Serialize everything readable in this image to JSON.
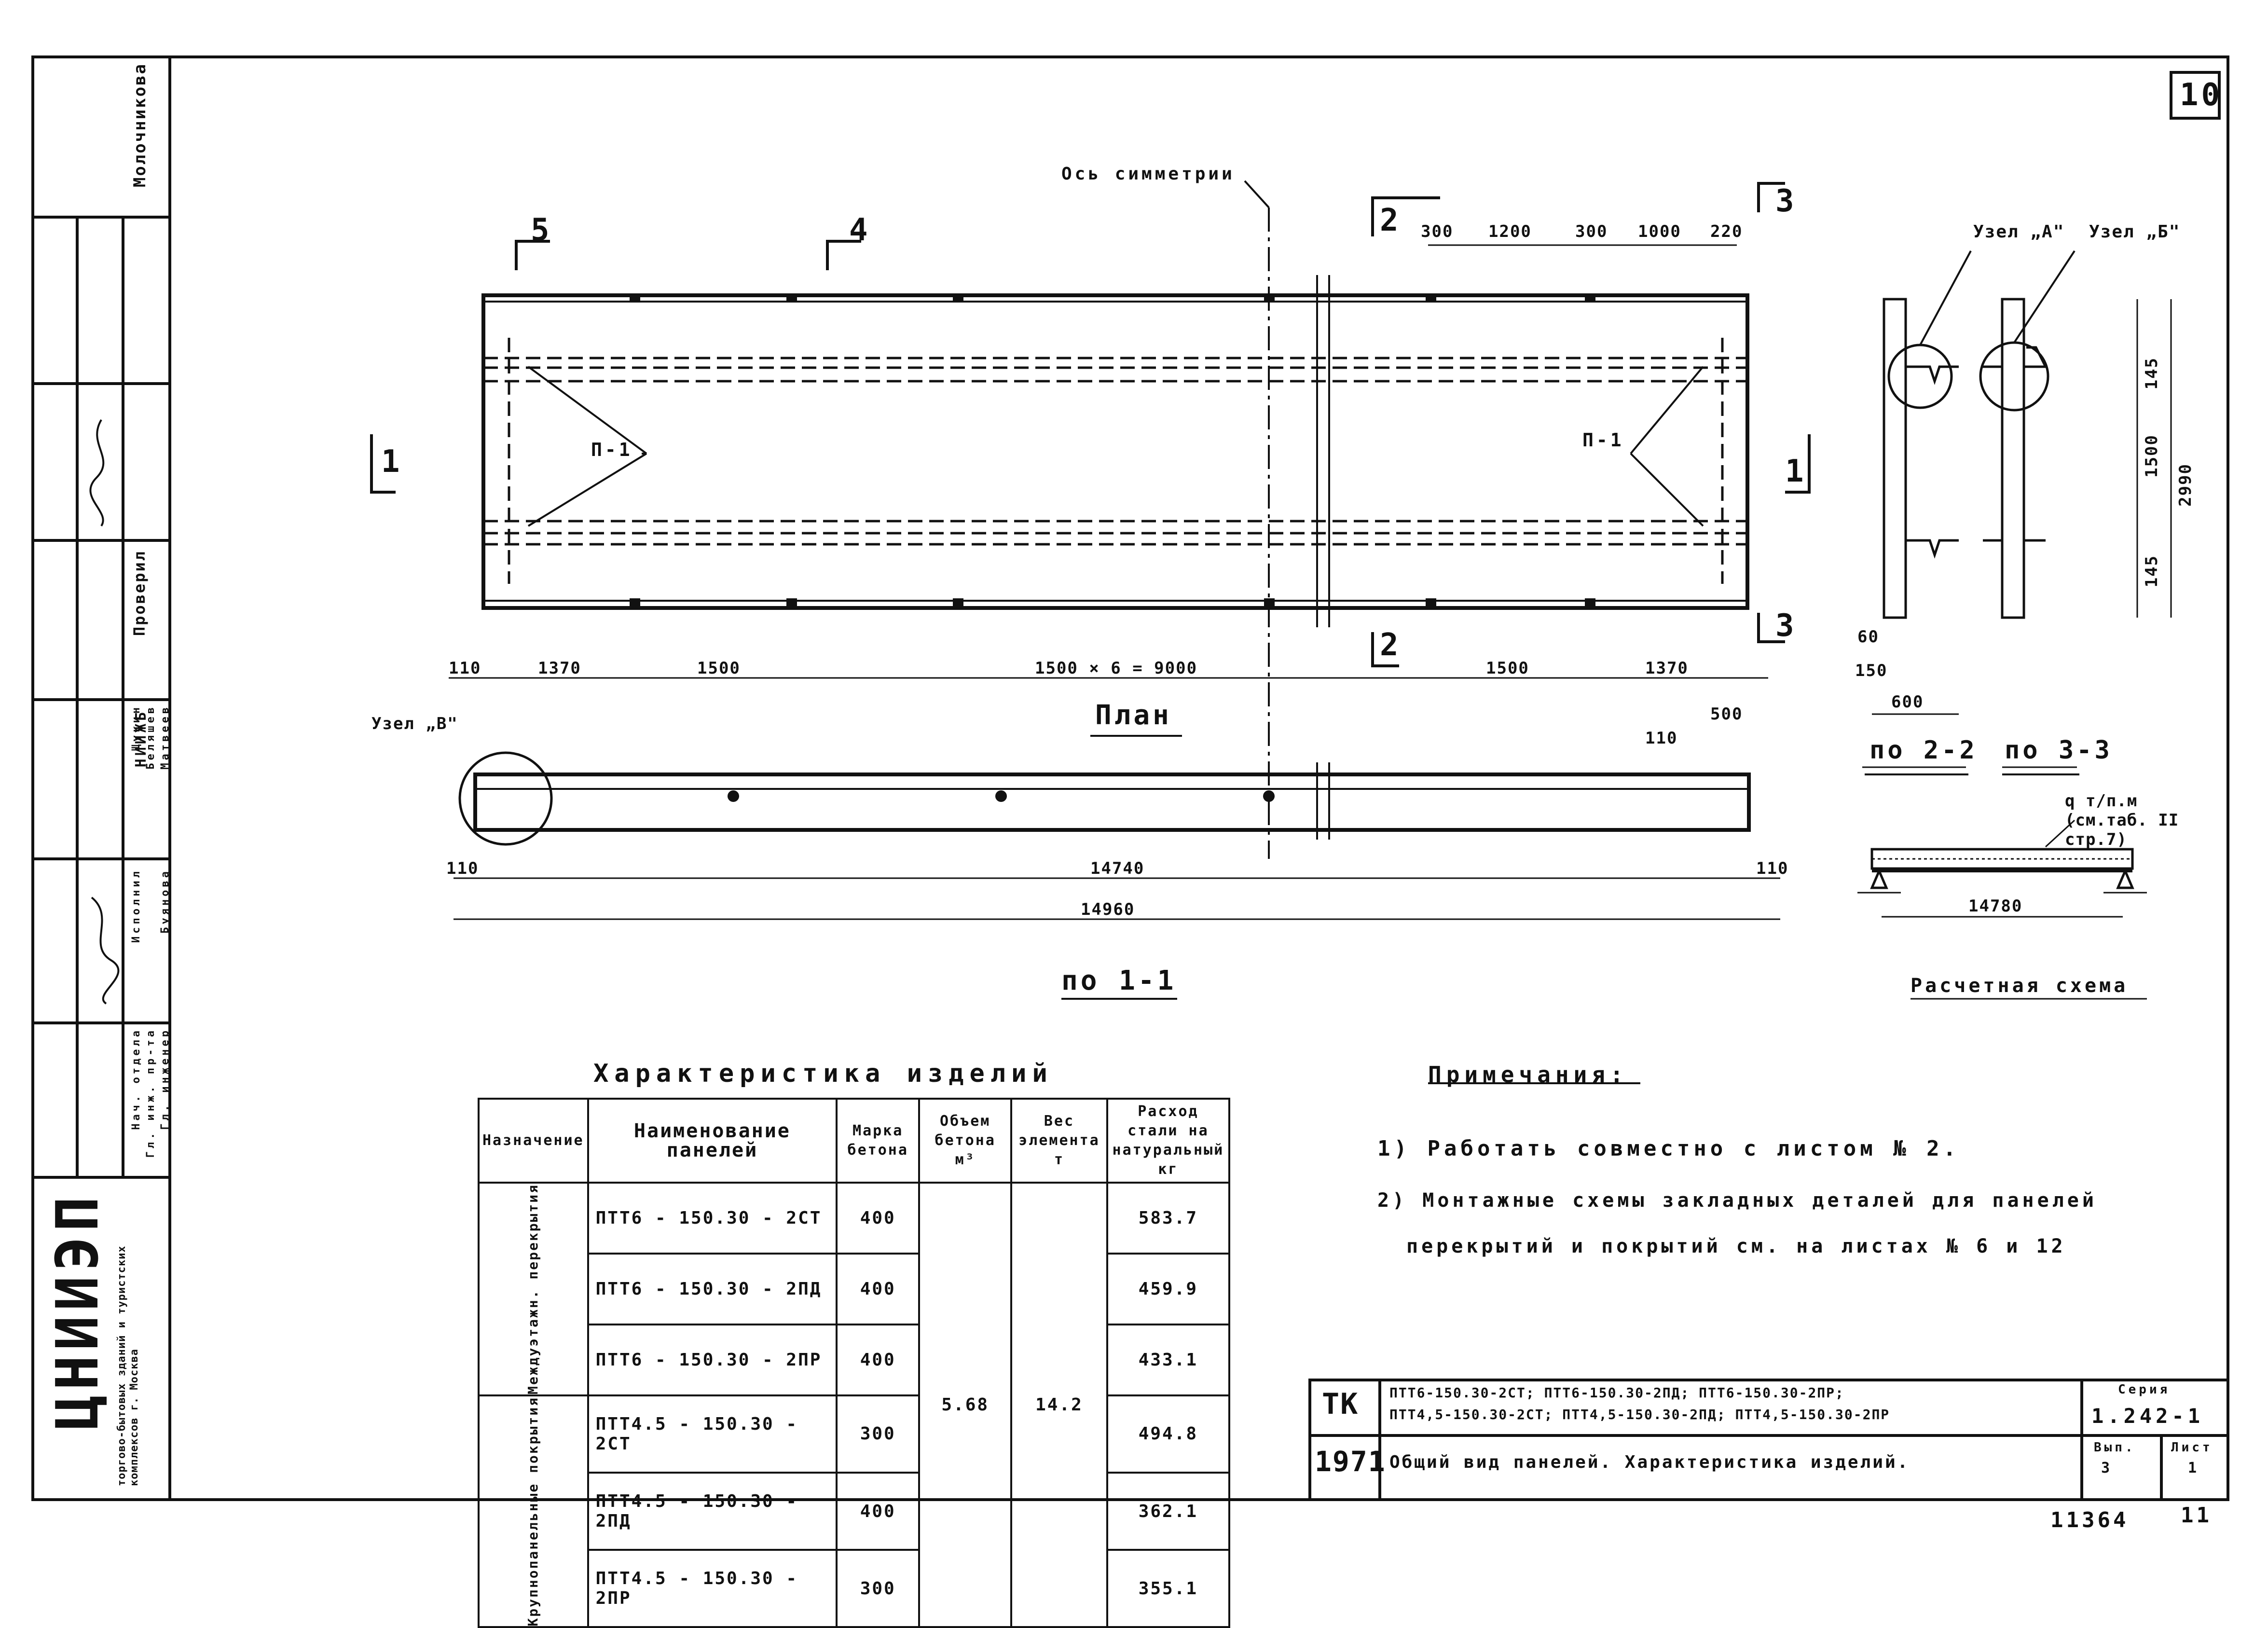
{
  "sheet_number": "10",
  "bottom_numbers": {
    "inventory": "11364",
    "page": "11"
  },
  "plan": {
    "symmetry_axis_label": "Ось симметрии",
    "section_marks": [
      "5",
      "4",
      "2",
      "3",
      "1"
    ],
    "top_dims": [
      "300",
      "1200",
      "300",
      "1000",
      "220"
    ],
    "bottom_dims": [
      "110",
      "1370",
      "1500",
      "1500 × 6 = 9000",
      "1500",
      "1370"
    ],
    "loop_label": "П-1",
    "title": "План"
  },
  "elevation": {
    "node_label": "Узел „В\"",
    "dims": [
      "110",
      "14740",
      "110"
    ],
    "overall": "14960",
    "top_dims": [
      "500",
      "110"
    ],
    "title": "по 1-1"
  },
  "sections": {
    "node_a": "Узел „А\"",
    "node_b": "Узел „Б\"",
    "dims_right": [
      "145",
      "1500",
      "145",
      "2990"
    ],
    "dims_bottom": [
      "60",
      "150",
      "600"
    ],
    "title_22": "по 2-2",
    "title_33": "по 3-3"
  },
  "calc_scheme": {
    "load": "q т/п.м (см.таб. II стр.7)",
    "span": "14780",
    "title": "Расчетная схема"
  },
  "spec_table": {
    "title": "Характеристика изделий",
    "headers": [
      "Назначение",
      "Наименование панелей",
      "Марка бетона",
      "Объем бетона м³",
      "Вес элемента т",
      "Расход стали на натуральный кг"
    ],
    "groups": [
      "Междуэтажн. перекрытия",
      "Крупнопанельные покрытия"
    ],
    "rows": [
      {
        "name": "ПТТ6 - 150.30 - 2СТ",
        "grade": "400",
        "steel": "583.7"
      },
      {
        "name": "ПТТ6 - 150.30 - 2ПД",
        "grade": "400",
        "steel": "459.9"
      },
      {
        "name": "ПТТ6 - 150.30 - 2ПР",
        "grade": "400",
        "steel": "433.1"
      },
      {
        "name": "ПТТ4.5 - 150.30 - 2СТ",
        "grade": "300",
        "steel": "494.8"
      },
      {
        "name": "ПТТ4.5 - 150.30 - 2ПД",
        "grade": "400",
        "steel": "362.1"
      },
      {
        "name": "ПТТ4.5 - 150.30 - 2ПР",
        "grade": "300",
        "steel": "355.1"
      }
    ],
    "volume": "5.68",
    "weight": "14.2"
  },
  "notes": {
    "title": "Примечания:",
    "items": [
      "1) Работать совместно с листом № 2.",
      "2) Монтажные схемы закладных деталей для панелей",
      "перекрытий и покрытий см. на листах № 6 и 12"
    ]
  },
  "title_block": {
    "tk": "ТК",
    "year": "1971",
    "marks_line1": "ПТТ6-150.30-2СТ; ПТТ6-150.30-2ПД; ПТТ6-150.30-2ПР;",
    "marks_line2": "ПТТ4,5-150.30-2СТ; ПТТ4,5-150.30-2ПД; ПТТ4,5-150.30-2ПР",
    "sheet_title": "Общий вид панелей. Характеристика изделий.",
    "series_label": "Серия",
    "series_value": "1.242-1",
    "issue_label": "Вып.",
    "issue_value": "3",
    "list_label": "Лист",
    "list_value": "1"
  },
  "side_stamp": {
    "org": "ЦНИИЭП",
    "org_full": "торгово-бытовых зданий и туристских комплексов г. Москва",
    "roles": [
      "Нач. отдела",
      "Гл. инж. пр-та",
      "Гл. инженер",
      "Исполнил"
    ],
    "names": [
      "Щукин",
      "Беляшев",
      "Матвеев",
      "Буянова"
    ],
    "check_label": "Проверил",
    "check_name": "Молочникова",
    "dept": "НИИЖБ"
  }
}
